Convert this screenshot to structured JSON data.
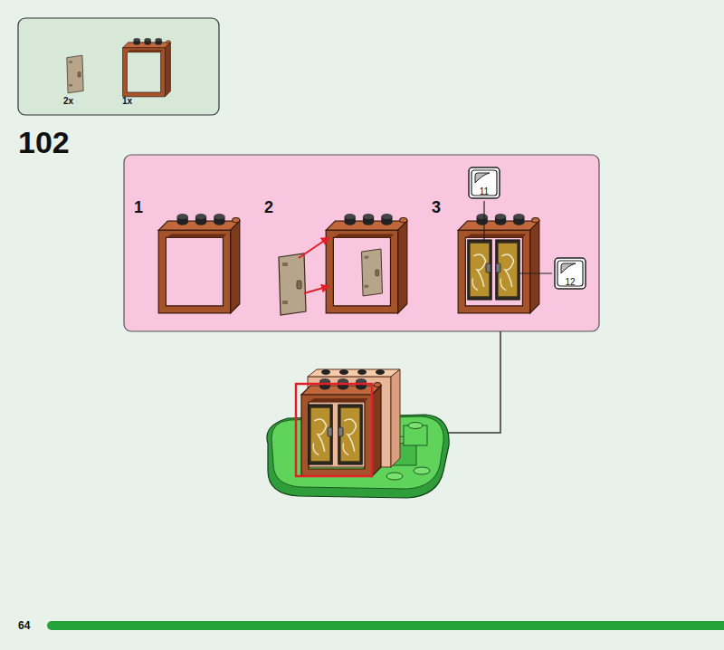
{
  "diagram": {
    "title": "102",
    "labels": [
      "2x",
      "1x",
      "1",
      "2",
      "3",
      "11",
      "12",
      "64"
    ]
  }
}
